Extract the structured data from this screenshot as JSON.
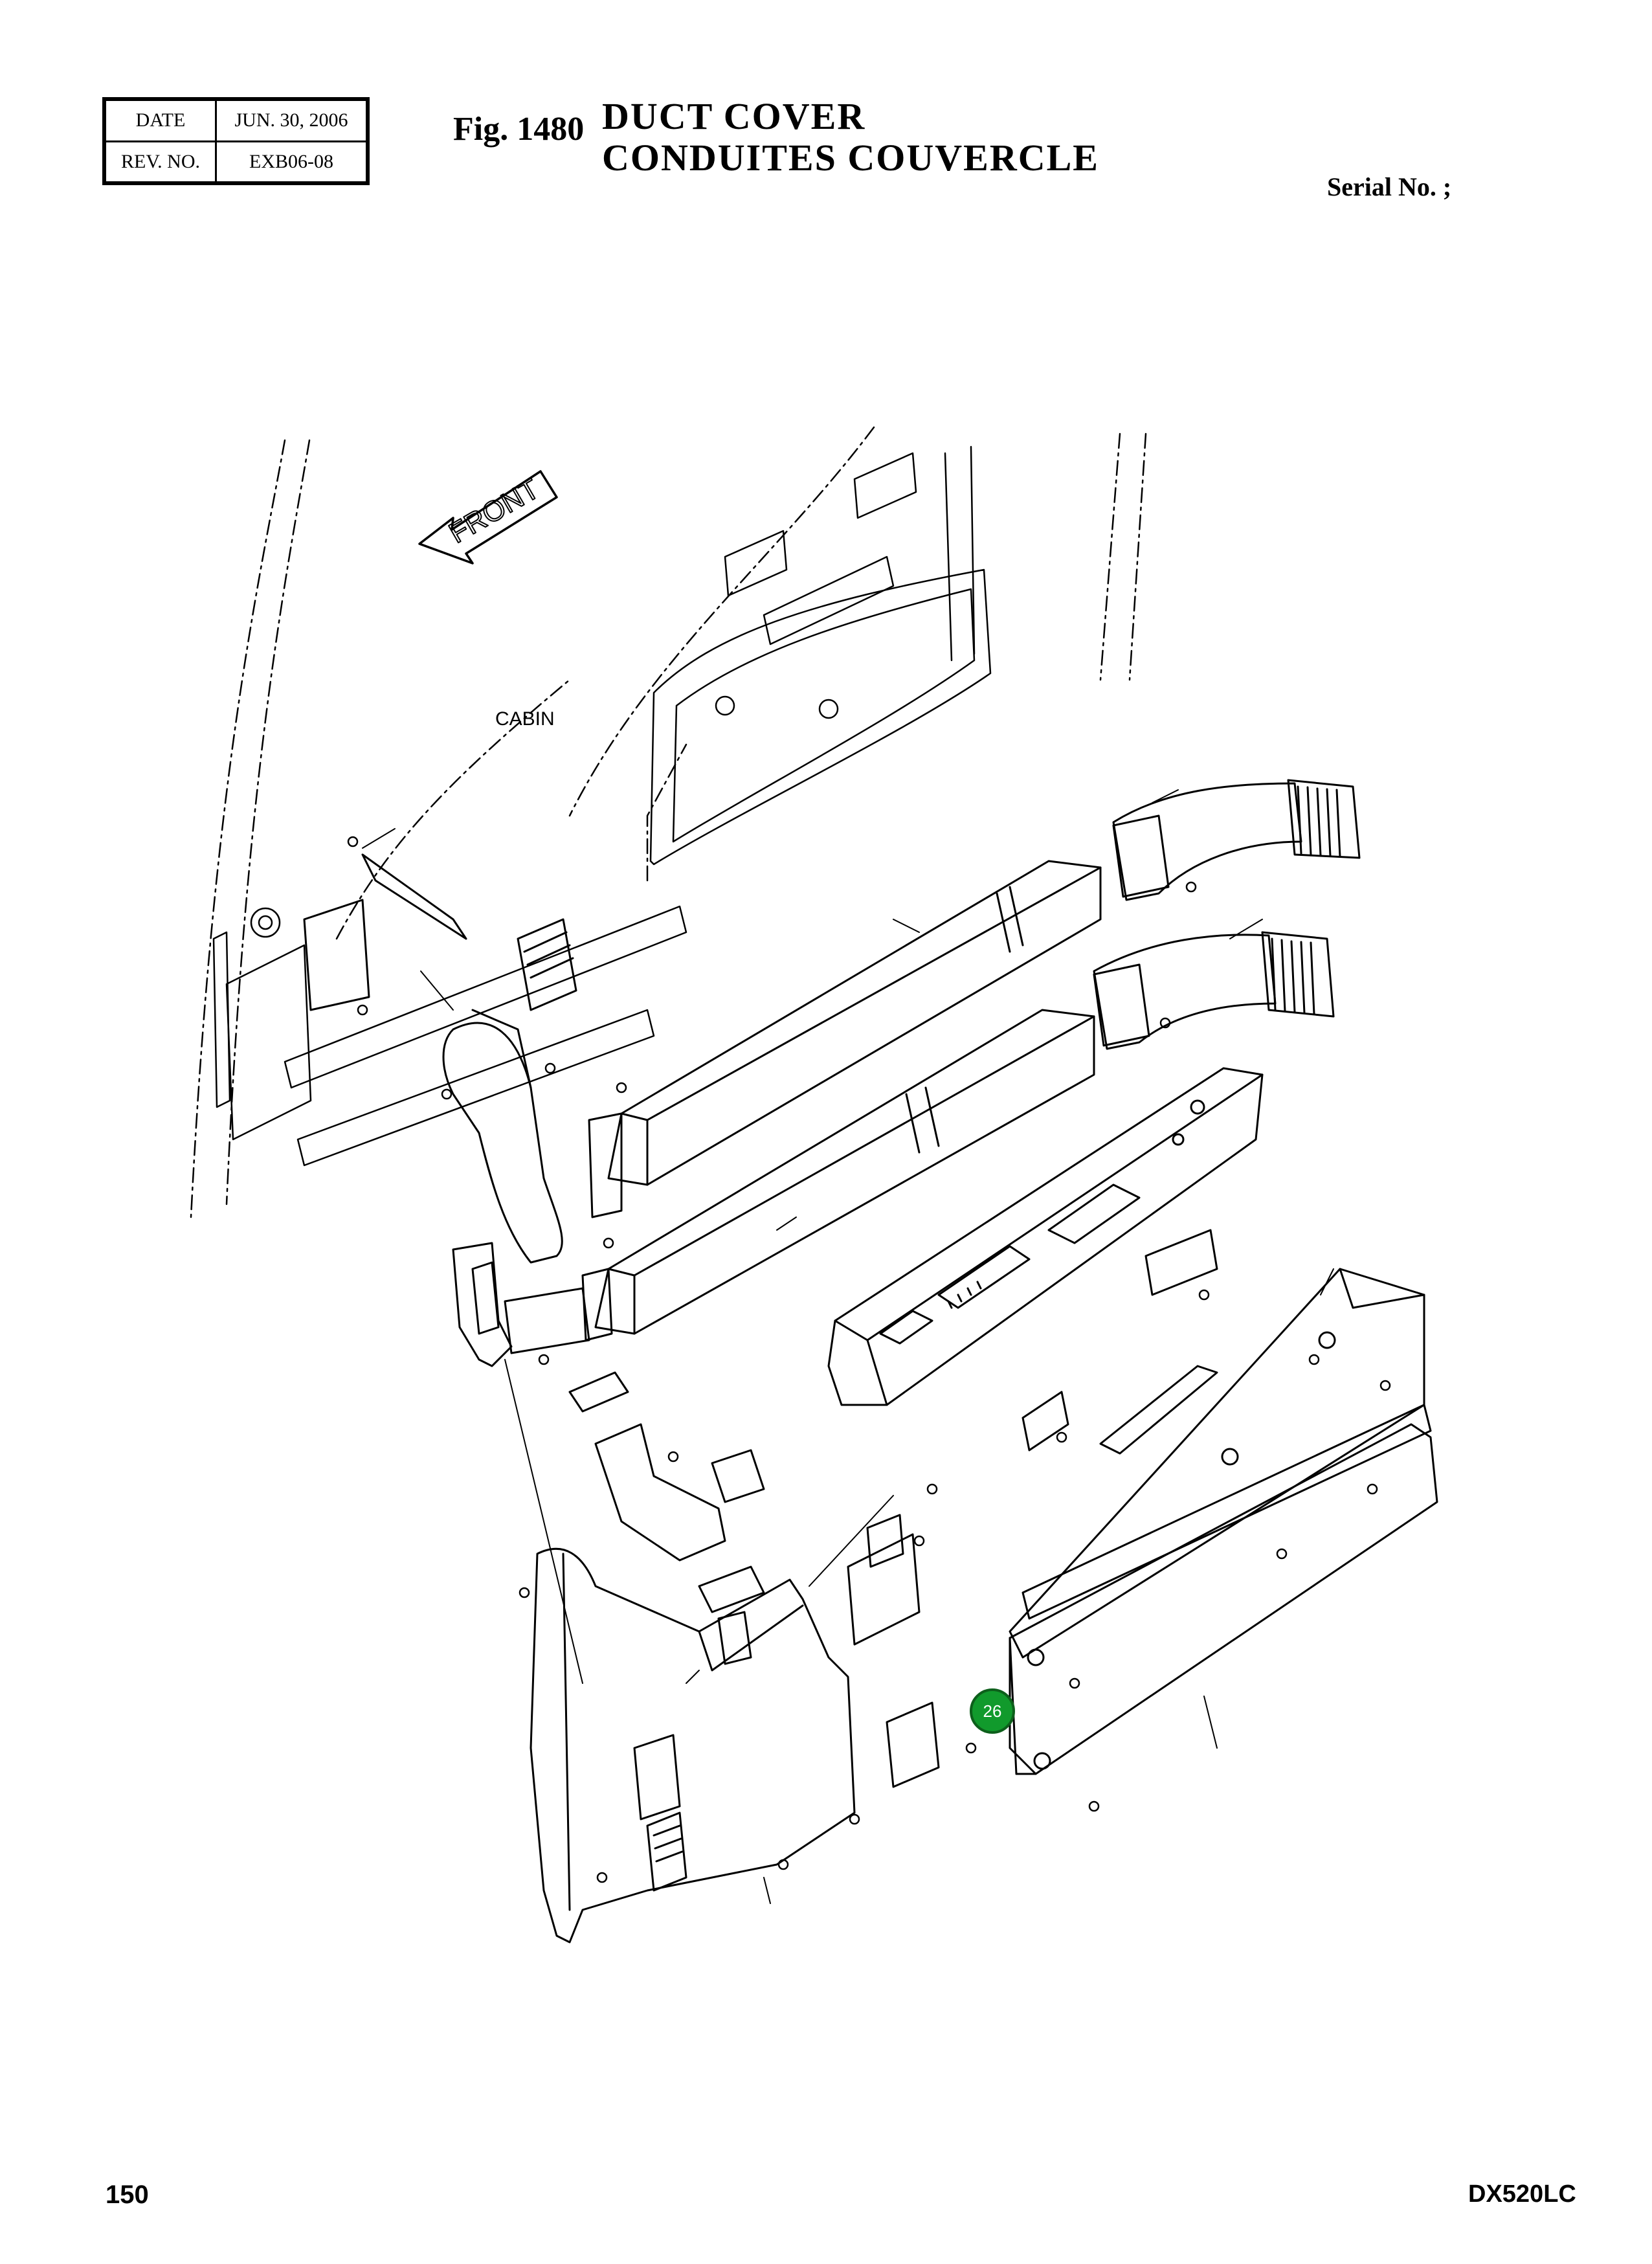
{
  "header": {
    "date_label": "DATE",
    "date_value": "JUN. 30, 2006",
    "rev_label": "REV. NO.",
    "rev_value": "EXB06-08",
    "figure_number": "Fig. 1480",
    "title_en": "DUCT  COVER",
    "title_fr": "CONDUITES  COUVERCLE",
    "serial_label": "Serial No. ;"
  },
  "diagram": {
    "front_label": "FRONT",
    "cabin_label": "CABIN",
    "callout_number": "26",
    "callout_color": "#119a2c"
  },
  "footer": {
    "page_number": "150",
    "model": "DX520LC"
  }
}
